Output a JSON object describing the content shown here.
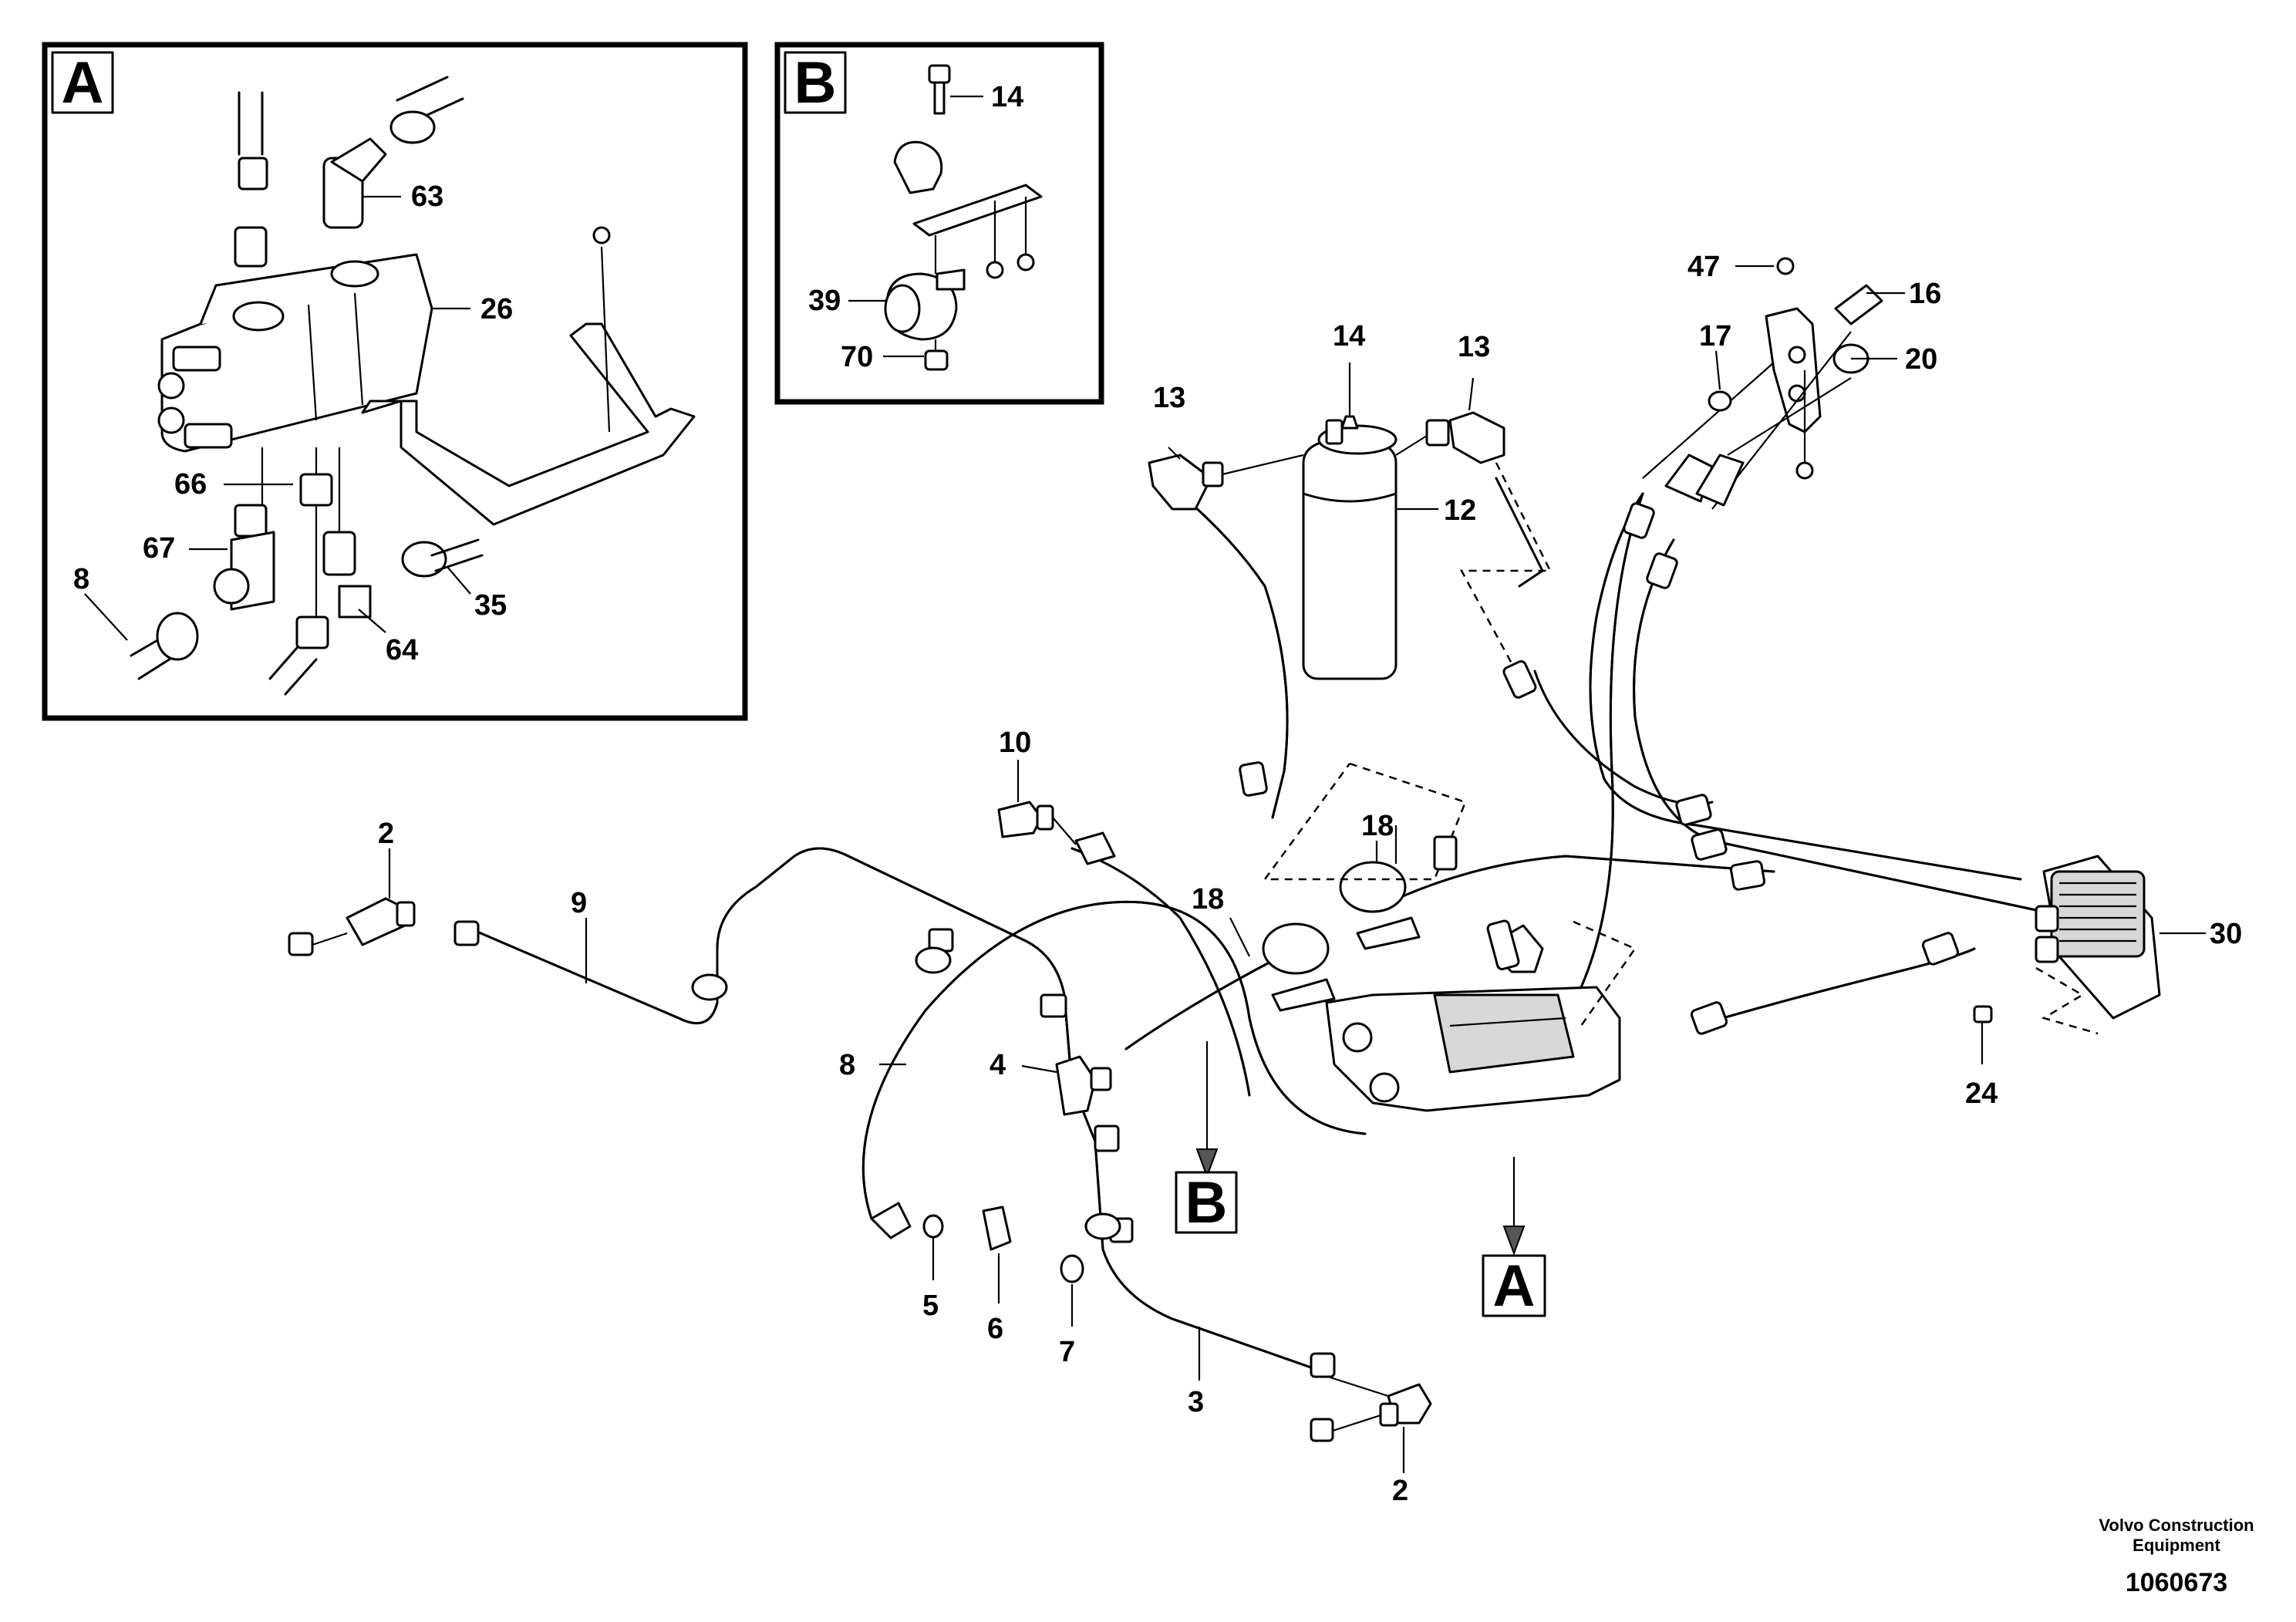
{
  "callouts": {
    "detail_a": [
      "63",
      "26",
      "66",
      "67",
      "8",
      "64",
      "35"
    ],
    "detail_b": [
      "14",
      "39",
      "70"
    ],
    "main": [
      "14",
      "13",
      "13",
      "12",
      "47",
      "16",
      "17",
      "20",
      "10",
      "18",
      "18",
      "2",
      "9",
      "8",
      "4",
      "5",
      "6",
      "7",
      "3",
      "2",
      "30",
      "24"
    ]
  },
  "detail_boxes": {
    "a": "A",
    "b": "B"
  },
  "view_markers": {
    "b": "B",
    "a": "A"
  },
  "footer": {
    "company_line1": "Volvo Construction",
    "company_line2": "Equipment",
    "drawing_number": "1060673"
  }
}
